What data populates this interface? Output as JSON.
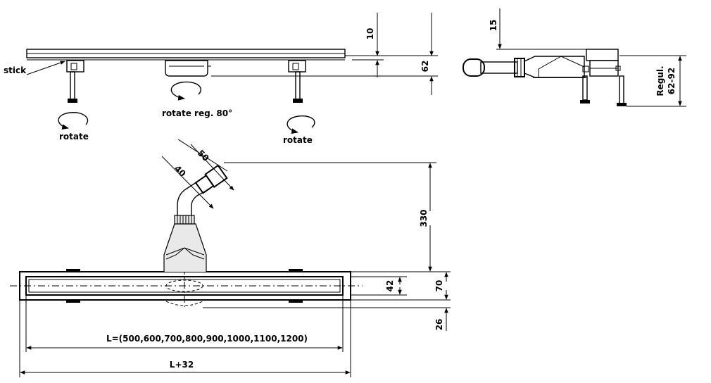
{
  "labels": {
    "stick": "stick",
    "rotate_reg": "rotate reg. 80°",
    "rotate_left": "rotate",
    "rotate_right": "rotate",
    "length": "L=(500,600,700,800,900,1000,1100,1200)",
    "length_total": "L+32",
    "regul": "Regul.",
    "regul_range": "62-92"
  },
  "dimensions": {
    "d10": "10",
    "d62": "62",
    "d15": "15",
    "d50": "50",
    "d40": "40",
    "d330": "330",
    "d42": "42",
    "d70": "70",
    "d26": "26"
  }
}
